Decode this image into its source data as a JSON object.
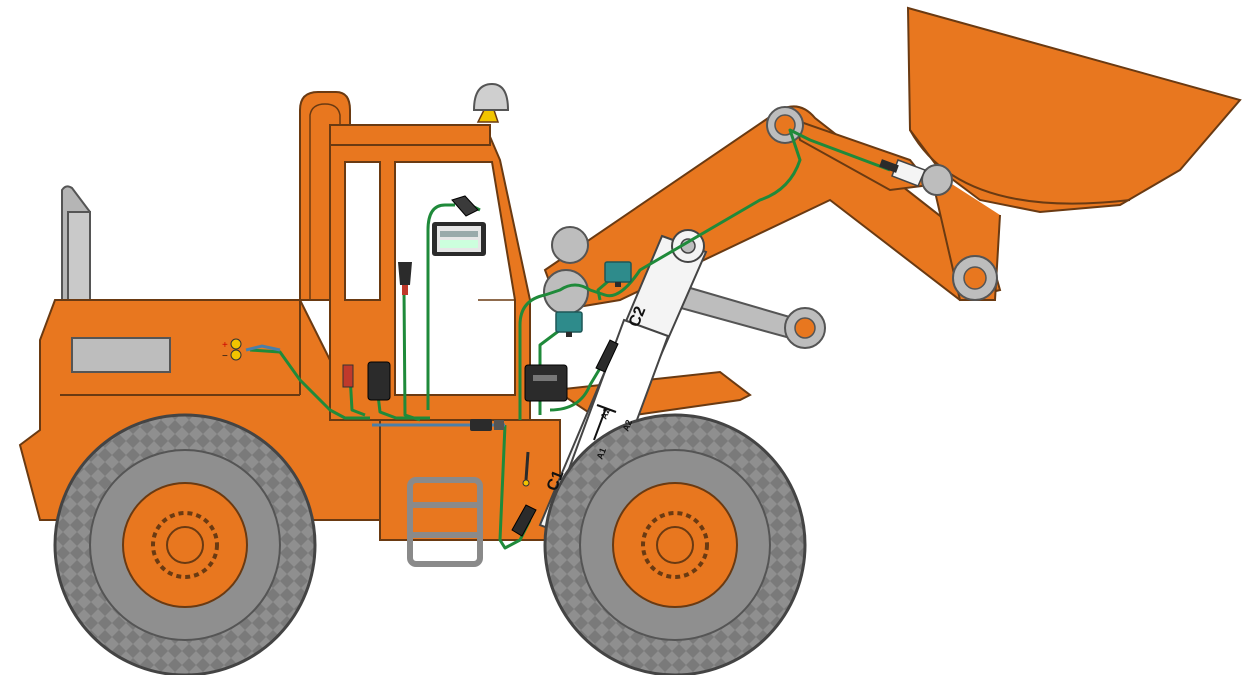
{
  "labels": {
    "c1": "C1",
    "c2": "C2",
    "a1": "A1",
    "a2_left": "A2",
    "a2_right": "A2"
  },
  "colors": {
    "body": "#e8771f",
    "body_stroke": "#6a3a12",
    "tire": "#8f8f8f",
    "tire_dark": "#5a5a5a",
    "cylinder": "#f4f4f4",
    "wire_green": "#1f8a3a",
    "wire_blue": "#4a7fa8",
    "device": "#2b2b2b",
    "sensor": "#2e8b8b",
    "pivot": "#bdbdbd",
    "beacon": "#f2c400"
  }
}
